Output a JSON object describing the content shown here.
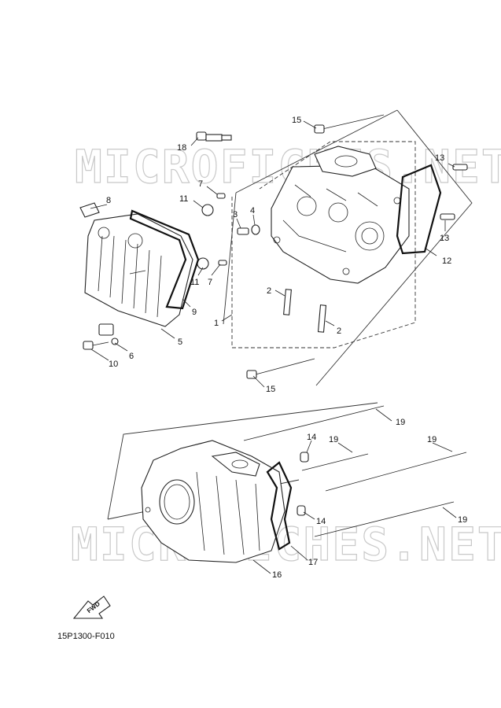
{
  "watermark": "MICROFICHES.NET",
  "diagram_code": "15P1300-F010",
  "fwd_label": "FWD",
  "callouts": {
    "c1": "1",
    "c2a": "2",
    "c2b": "2",
    "c3": "3",
    "c4": "4",
    "c5": "5",
    "c6": "6",
    "c7a": "7",
    "c7b": "7",
    "c8": "8",
    "c9": "9",
    "c10": "10",
    "c11a": "11",
    "c11b": "11",
    "c12": "12",
    "c13a": "13",
    "c13b": "13",
    "c14a": "14",
    "c14b": "14",
    "c15a": "15",
    "c15b": "15",
    "c16": "16",
    "c17": "17",
    "c18": "18",
    "c19a": "19",
    "c19b": "19",
    "c19c": "19",
    "c19d": "19"
  }
}
